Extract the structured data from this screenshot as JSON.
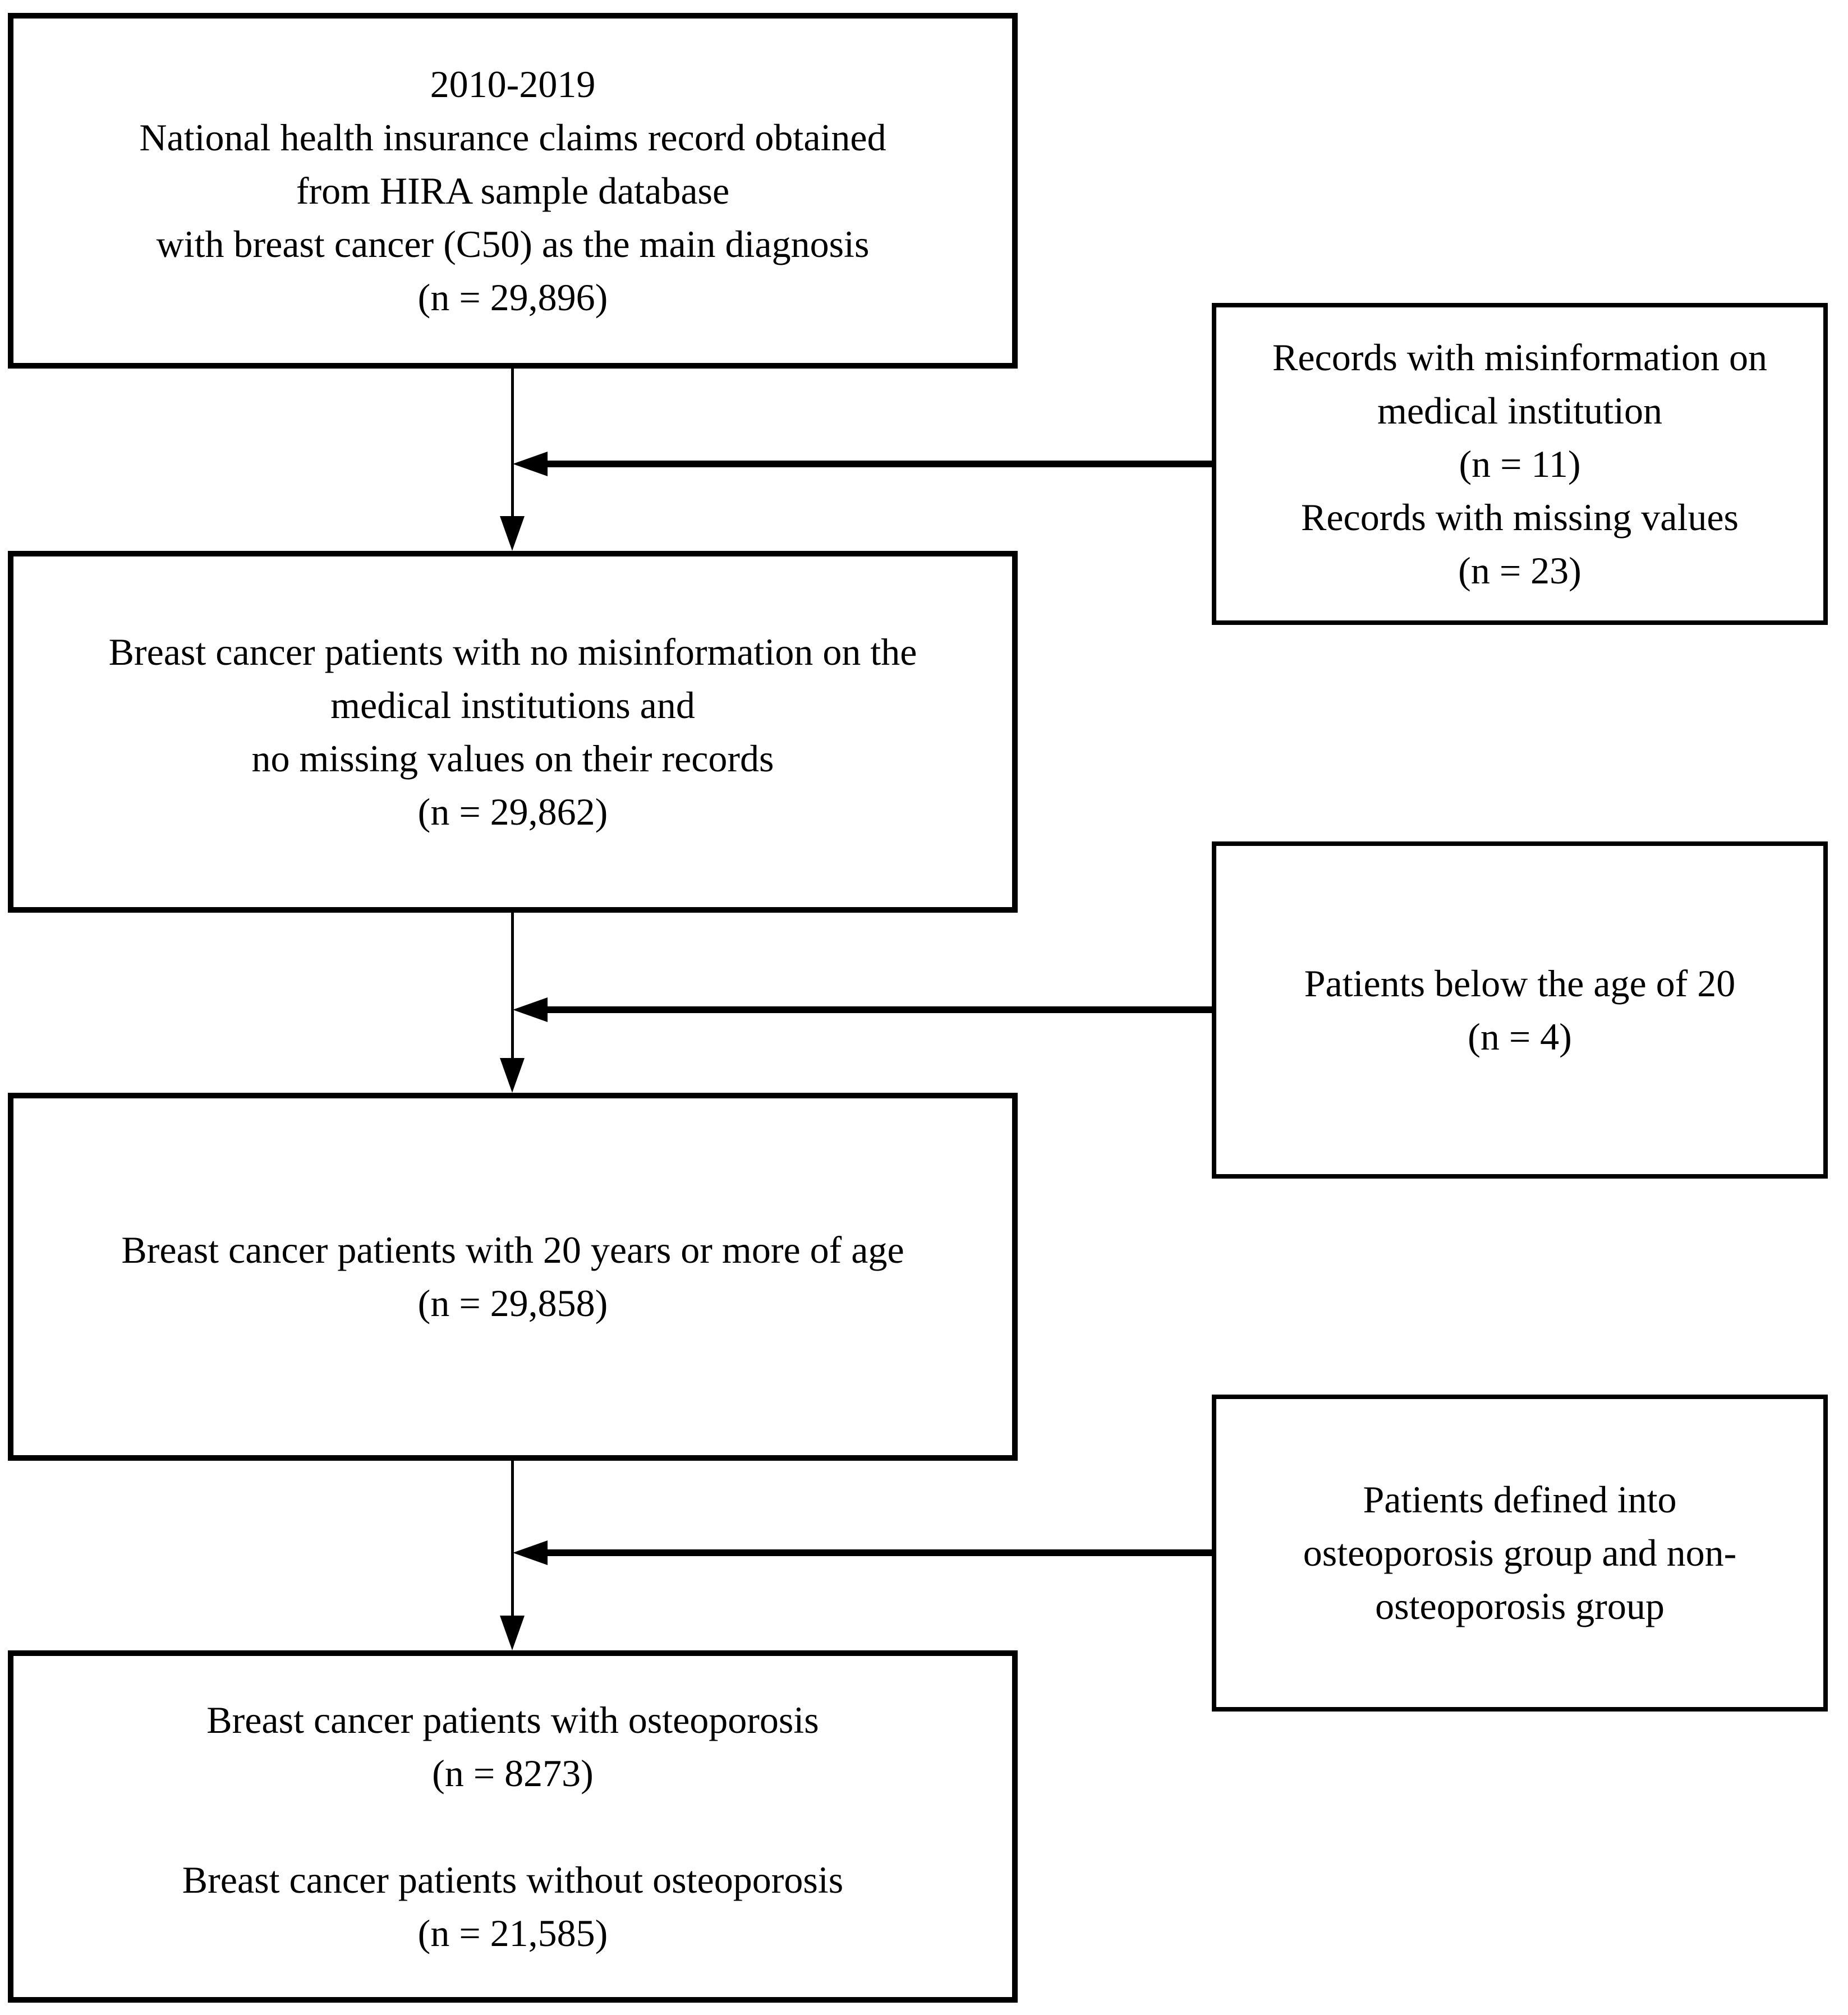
{
  "diagram": {
    "background": "#ffffff",
    "ink": "#000000",
    "boxes": {
      "claims": {
        "lines": [
          "2010-2019",
          "National health insurance claims record obtained",
          "from HIRA sample database",
          "with breast cancer (C50) as the main diagnosis",
          "(n = 29,896)"
        ]
      },
      "excluded_misinformation": {
        "lines": [
          "Records with misinformation on",
          "medical institution",
          "(n = 11)",
          "Records with missing values",
          "(n = 23)"
        ]
      },
      "no_misinformation": {
        "lines": [
          "Breast cancer patients with no misinformation on the",
          "medical institutions and",
          "no missing values on their records",
          "(n = 29,862)"
        ]
      },
      "excluded_under_20": {
        "lines": [
          "Patients below the age of 20",
          "(n = 4)"
        ]
      },
      "age_20_plus": {
        "lines": [
          "Breast cancer patients with 20 years or more of age",
          "(n = 29,858)"
        ]
      },
      "group_definition": {
        "lines": [
          "Patients defined into",
          "osteoporosis group and non-",
          "osteoporosis group"
        ]
      },
      "final_groups": {
        "lines": [
          "Breast cancer patients with osteoporosis",
          "(n = 8273)",
          "",
          "Breast cancer patients without osteoporosis",
          "(n = 21,585)"
        ]
      }
    }
  }
}
